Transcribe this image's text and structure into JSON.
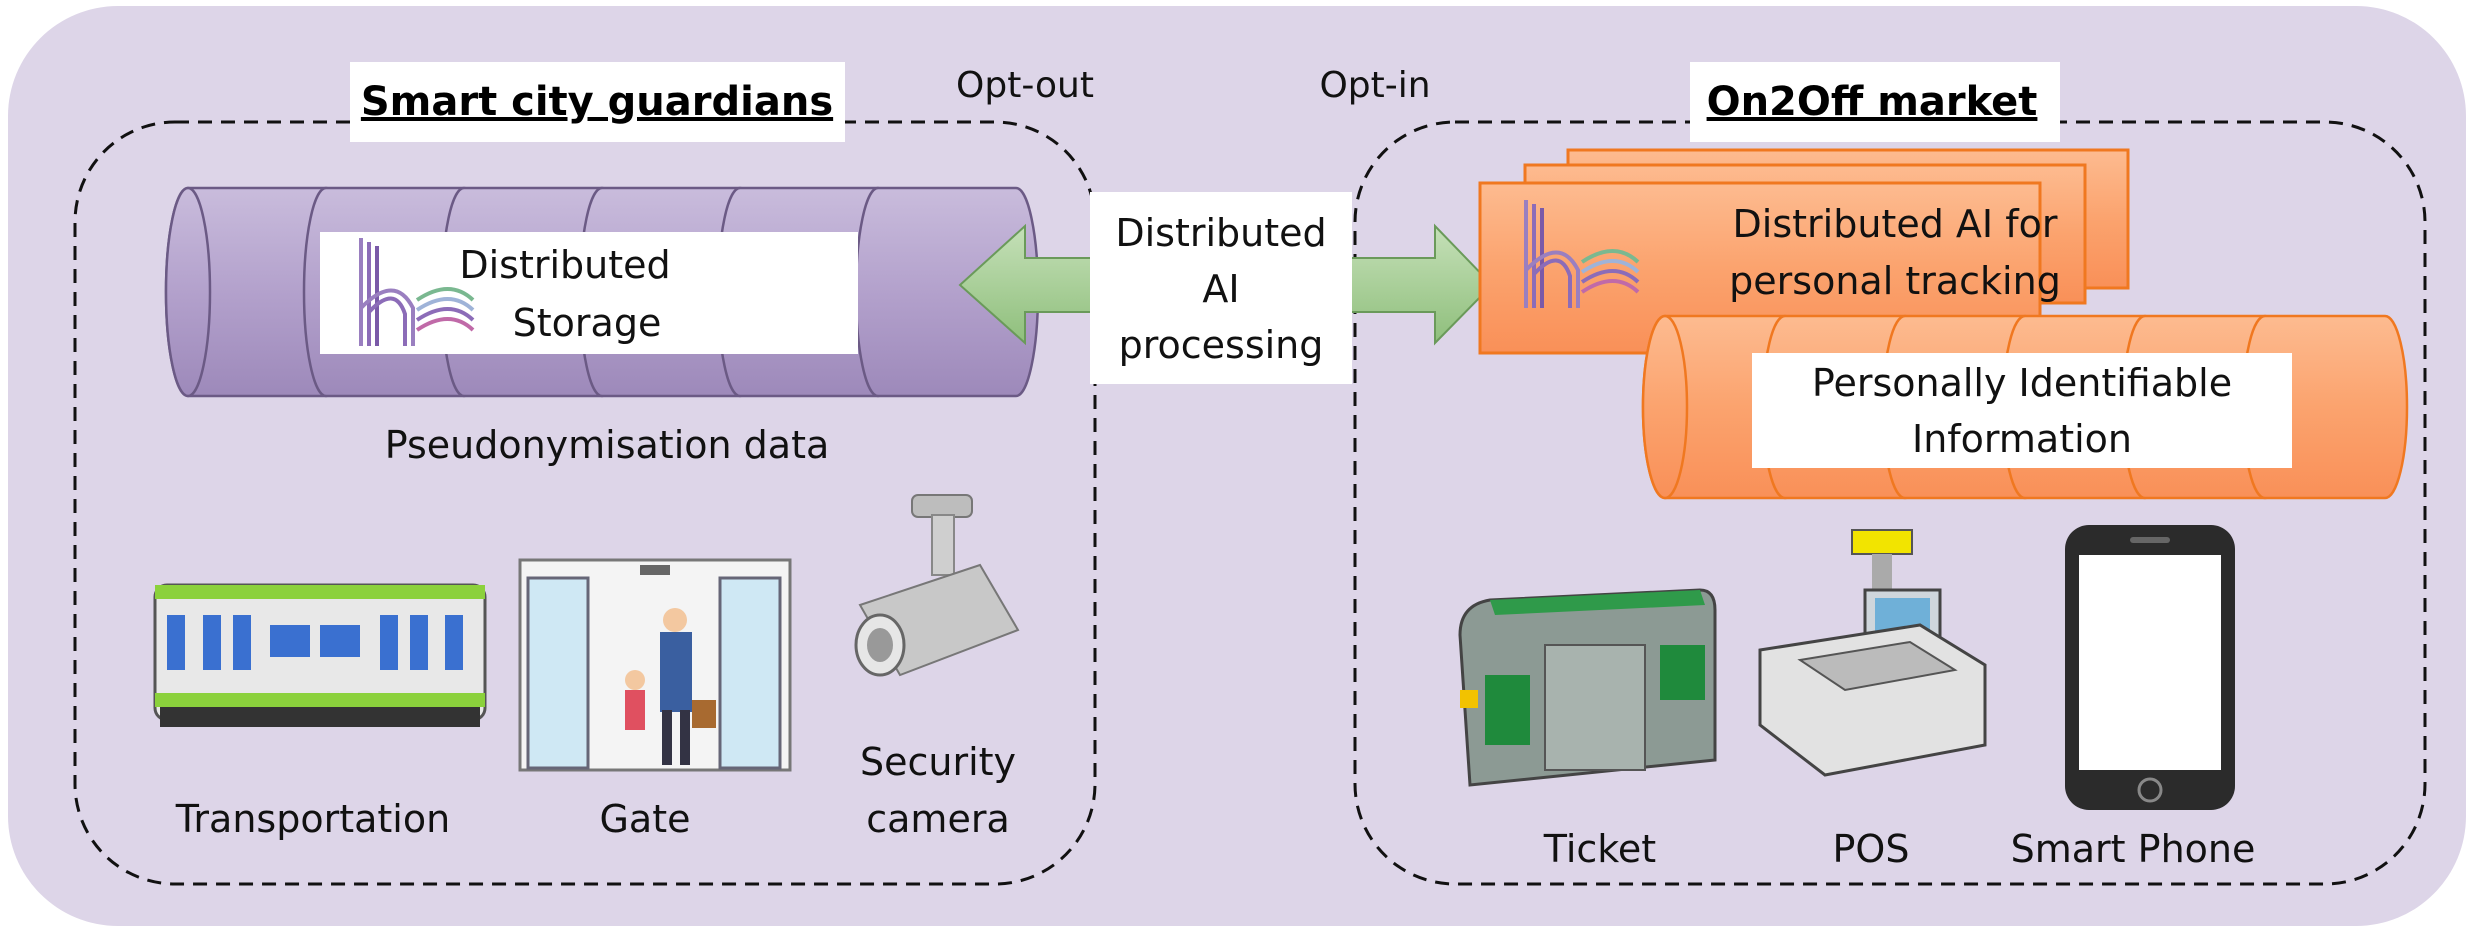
{
  "left_panel": {
    "title": "Smart city guardians",
    "opt_label": "Opt-out",
    "storage_label_line1": "Distributed",
    "storage_label_line2": "Storage",
    "storage_caption": "Pseudonymisation data",
    "devices": [
      {
        "label": "Transportation",
        "icon": "train-icon"
      },
      {
        "label": "Gate",
        "icon": "gate-icon"
      },
      {
        "label_line1": "Security",
        "label_line2": "camera",
        "icon": "security-camera-icon"
      }
    ]
  },
  "center": {
    "line1": "Distributed",
    "line2": "AI",
    "line3": "processing"
  },
  "right_panel": {
    "title": "On2Off market",
    "opt_label": "Opt-in",
    "ai_label_line1": "Distributed AI for",
    "ai_label_line2": "personal tracking",
    "pii_line1": "Personally Identifiable",
    "pii_line2": "Information",
    "devices": [
      {
        "label": "Ticket",
        "icon": "ticket-gate-icon"
      },
      {
        "label": "POS",
        "icon": "pos-terminal-icon"
      },
      {
        "label": "Smart Phone",
        "icon": "smartphone-icon"
      }
    ]
  },
  "colors": {
    "background": "#ddd5e8",
    "purple_cylinder": "#b8a6cf",
    "purple_stroke": "#6b5a85",
    "orange_fill": "#fbaa78",
    "orange_stroke": "#f07820",
    "arrow_fill": "#a9cf98",
    "arrow_stroke": "#6a9a5a"
  }
}
